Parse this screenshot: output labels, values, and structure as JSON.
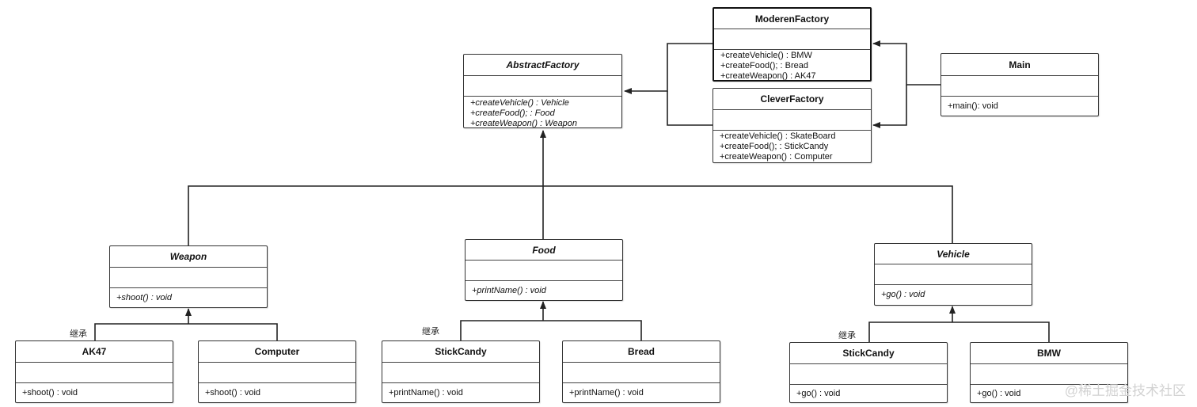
{
  "classes": {
    "abstract_factory": {
      "name": "AbstractFactory",
      "ops": [
        "+createVehicle() :  Vehicle",
        "+createFood(); :    Food",
        "+createWeapon() : Weapon"
      ]
    },
    "moderen_factory": {
      "name": "ModerenFactory",
      "ops": [
        "+createVehicle() : BMW",
        "+createFood(); :    Bread",
        "+createWeapon() : AK47"
      ]
    },
    "clever_factory": {
      "name": "CleverFactory",
      "ops": [
        "+createVehicle() : SkateBoard",
        "+createFood(); :    StickCandy",
        "+createWeapon() : Computer"
      ]
    },
    "main": {
      "name": "Main",
      "ops": [
        "+main():  void"
      ]
    },
    "weapon": {
      "name": "Weapon",
      "ops": [
        "+shoot() : void"
      ]
    },
    "food": {
      "name": "Food",
      "ops": [
        "+printName() : void"
      ]
    },
    "vehicle": {
      "name": "Vehicle",
      "ops": [
        "+go() : void"
      ]
    },
    "ak47": {
      "name": "AK47",
      "ops": [
        "+shoot() : void"
      ]
    },
    "computer": {
      "name": "Computer",
      "ops": [
        "+shoot() : void"
      ]
    },
    "stickcandy_food": {
      "name": "StickCandy",
      "ops": [
        "+printName() : void"
      ]
    },
    "bread": {
      "name": "Bread",
      "ops": [
        "+printName() : void"
      ]
    },
    "stickcandy_vehicle": {
      "name": "StickCandy",
      "ops": [
        "+go() : void"
      ]
    },
    "bmw": {
      "name": "BMW",
      "ops": [
        "+go() : void"
      ]
    }
  },
  "labels": {
    "inherit": "继承"
  },
  "watermark": "@稀土掘金技术社区"
}
